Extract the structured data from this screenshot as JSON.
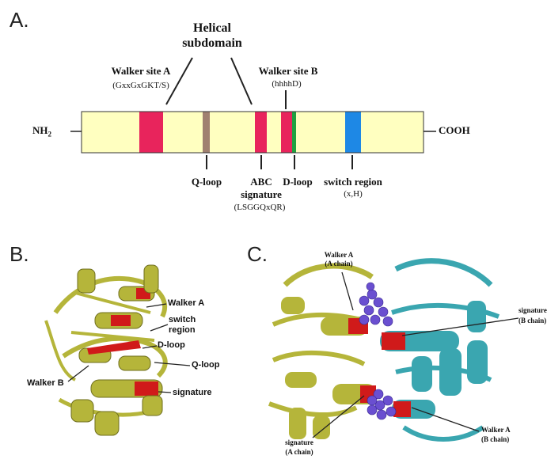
{
  "panels": {
    "a": "A.",
    "b": "B.",
    "c": "C."
  },
  "domain_diagram": {
    "n_terminus": "NH",
    "n_terminus_sub": "2",
    "c_terminus": "COOH",
    "helical_title_1": "Helical",
    "helical_title_2": "subdomain",
    "walker_a_title": "Walker site A",
    "walker_a_motif": "(GxxGxGKT/S)",
    "walker_b_title": "Walker site B",
    "walker_b_motif": "(hhhhD)",
    "q_loop": "Q-loop",
    "abc_1": "ABC",
    "abc_2": "signature",
    "abc_motif": "(LSGGQxQR)",
    "d_loop": "D-loop",
    "switch_title": "switch region",
    "switch_motif": "(x,H)",
    "colors": {
      "bar": "#ffffc0",
      "walker": "#e8245c",
      "q_loop": "#a08070",
      "d_loop": "#20a040",
      "switch": "#1e88e5"
    }
  },
  "structure_b": {
    "walker_a": "Walker A",
    "switch_1": "switch",
    "switch_2": "region",
    "d_loop": "D-loop",
    "q_loop": "Q-loop",
    "walker_b": "Walker B",
    "signature": "signature"
  },
  "structure_c": {
    "walker_a_a_1": "Walker A",
    "walker_a_a_2": "(A chain)",
    "signature_b_1": "signature",
    "signature_b_2": "(B chain)",
    "walker_a_b_1": "Walker A",
    "walker_a_b_2": "(B chain)",
    "signature_a_1": "signature",
    "signature_a_2": "(A chain)",
    "colors": {
      "chain_a": "#b5b53a",
      "chain_b": "#3aa6b0",
      "motif": "#d01a1a",
      "atp": "#6a4fd0"
    }
  }
}
